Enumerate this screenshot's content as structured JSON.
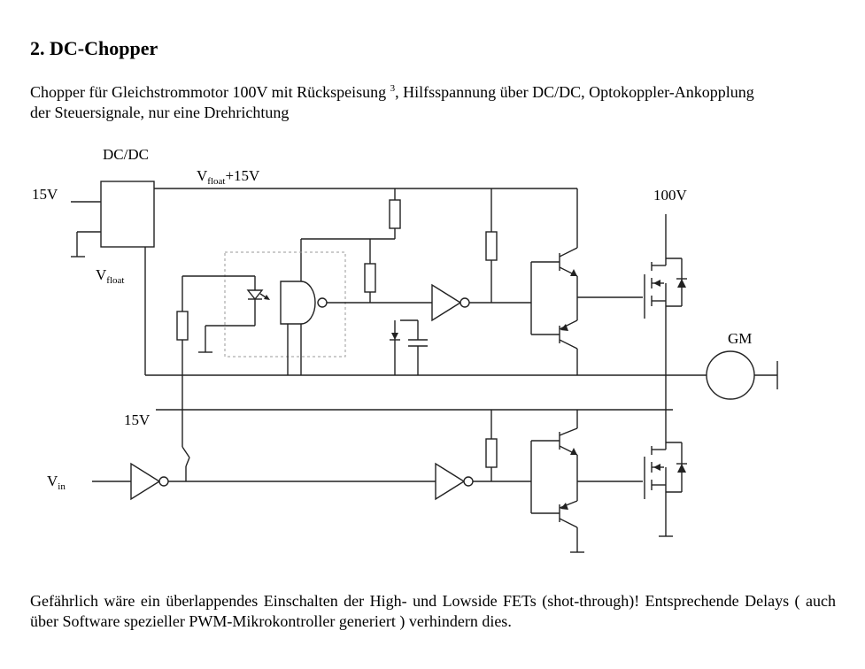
{
  "heading": "2. DC-Chopper",
  "intro": {
    "line1_before": "Chopper für Gleichstrommotor 100V mit Rückspeisung",
    "footnote_ref": "3",
    "line1_after": ", Hilfsspannung über DC/DC, Optokoppler-Ankopplung",
    "line2": "der Steuersignale, nur eine Drehrichtung"
  },
  "schematic": {
    "dcdc_label": "DC/DC",
    "input_15v_label": "15V",
    "vfloat_plus_v": "V",
    "vfloat_plus_sub": "float",
    "vfloat_plus_suffix": "+15V",
    "vfloat_v": "V",
    "vfloat_sub": "float",
    "supply_100v_label": "100V",
    "motor_label": "GM",
    "low_15v_label": "15V",
    "vin_v": "V",
    "vin_sub": "in"
  },
  "outro": {
    "text": "Gefährlich wäre ein überlappendes Einschalten der High- und Lowside FETs (shot-through)! Entsprechende Delays ( auch über Software spezieller PWM-Mikrokontroller generiert ) verhindern dies."
  }
}
